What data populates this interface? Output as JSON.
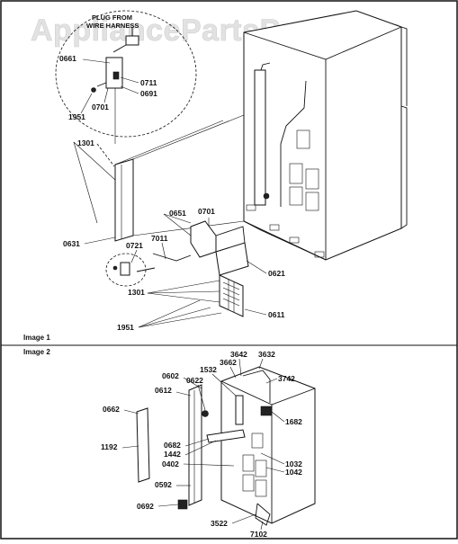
{
  "watermark": "AppliancePartsPros.com",
  "inset": {
    "line1": "PLUG FROM",
    "line2": "WIRE HARNESS"
  },
  "panels": {
    "image1": "Image 1",
    "image2": "Image 2"
  },
  "image1_labels": {
    "l0661a": "0661",
    "l0711a": "0711",
    "l0691": "0691",
    "l0701a": "0701",
    "l1951a": "1951",
    "l1301a": "1301",
    "l0651": "0651",
    "l0701b": "0701",
    "l0631": "0631",
    "l0721": "0721",
    "l7011": "7011",
    "l0621": "0621",
    "l1301b": "1301",
    "l0611": "0611",
    "l1951b": "1951"
  },
  "image2_labels": {
    "l3642": "3642",
    "l3632": "3632",
    "l3662": "3662",
    "l1532": "1532",
    "l3742": "3742",
    "l0602": "0602",
    "l0622": "0622",
    "l0612": "0612",
    "l0662": "0662",
    "l1682": "1682",
    "l1192": "1192",
    "l0682": "0682",
    "l1442": "1442",
    "l0402": "0402",
    "l1032": "1032",
    "l1042": "1042",
    "l0592": "0592",
    "l0692": "0692",
    "l3522": "3522",
    "l7102": "7102"
  }
}
